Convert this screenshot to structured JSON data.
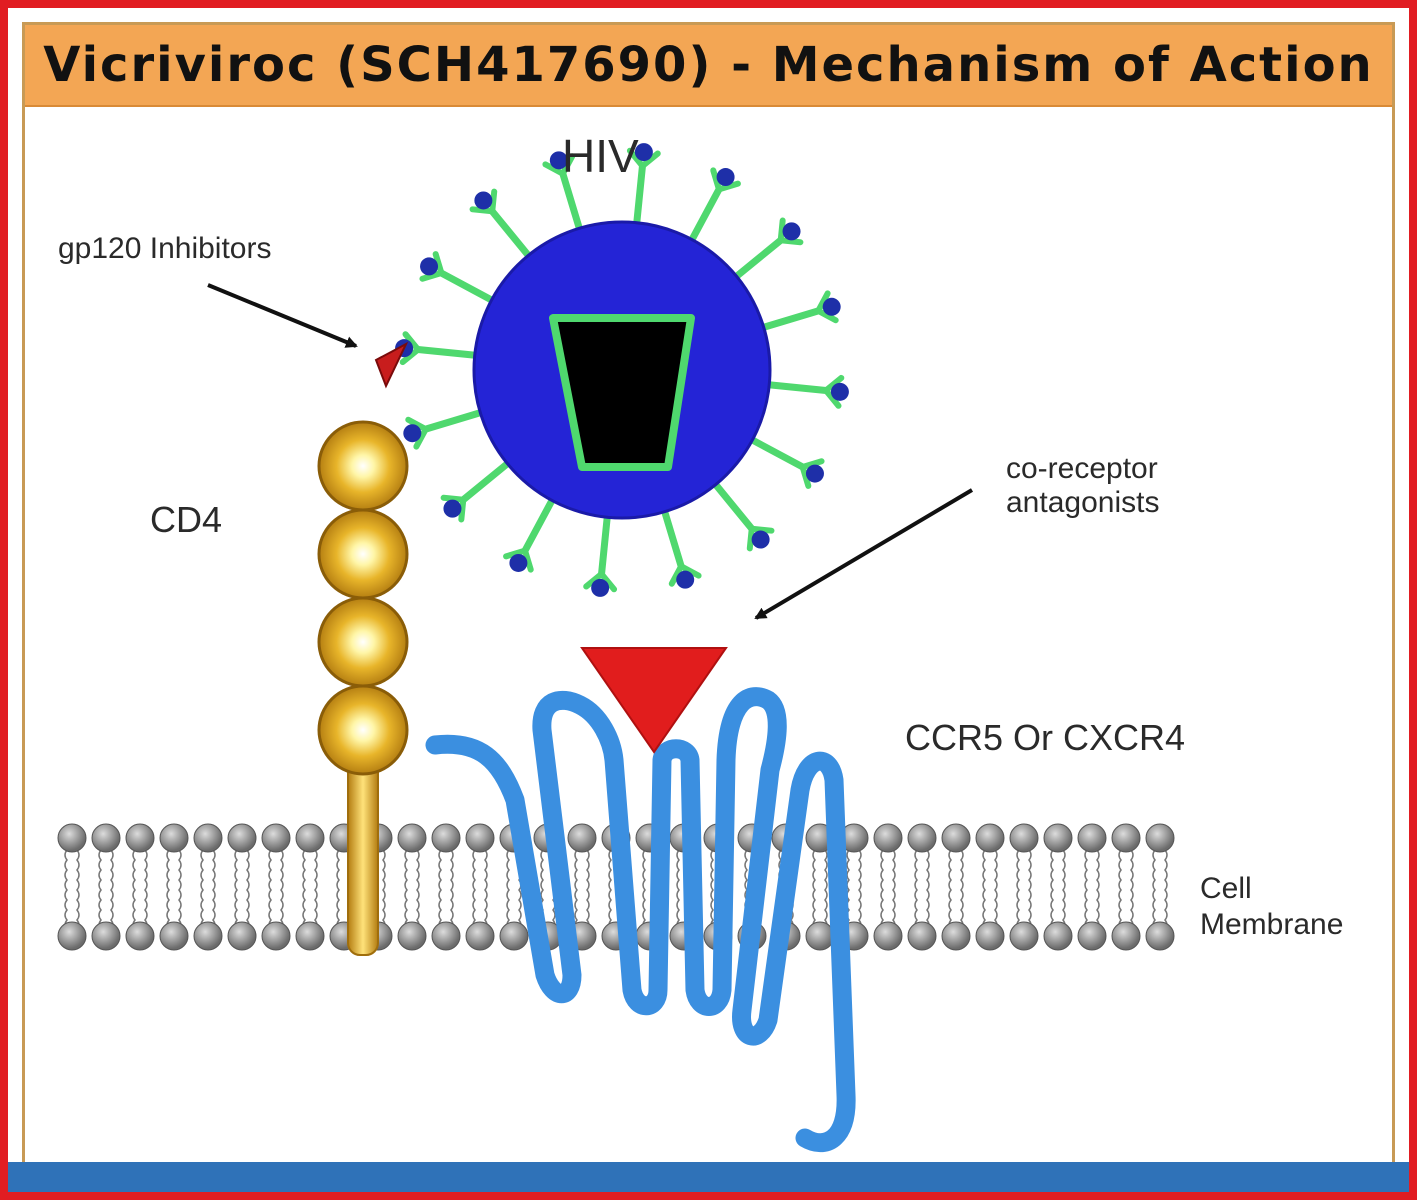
{
  "title": "Vicriviroc (SCH417690) - Mechanism of Action",
  "labels": {
    "hiv": "HIV",
    "gp120": "gp120 Inhibitors",
    "cd4": "CD4",
    "coreceptor_line1": "co-receptor",
    "coreceptor_line2": "antagonists",
    "ccr5": "CCR5 Or CXCR4",
    "cell_line1": "Cell",
    "cell_line2": "Membrane"
  },
  "colors": {
    "frame": "#e11d22",
    "title_bar": "#f3a654",
    "virus_envelope": "#2424d6",
    "virus_core": "#000000",
    "spike": "#4fd86e",
    "receptor": "#3b8fe0",
    "antagonist": "#e11d1d",
    "cd4": "#d9a21b",
    "membrane_head": "#8a8a8a"
  }
}
